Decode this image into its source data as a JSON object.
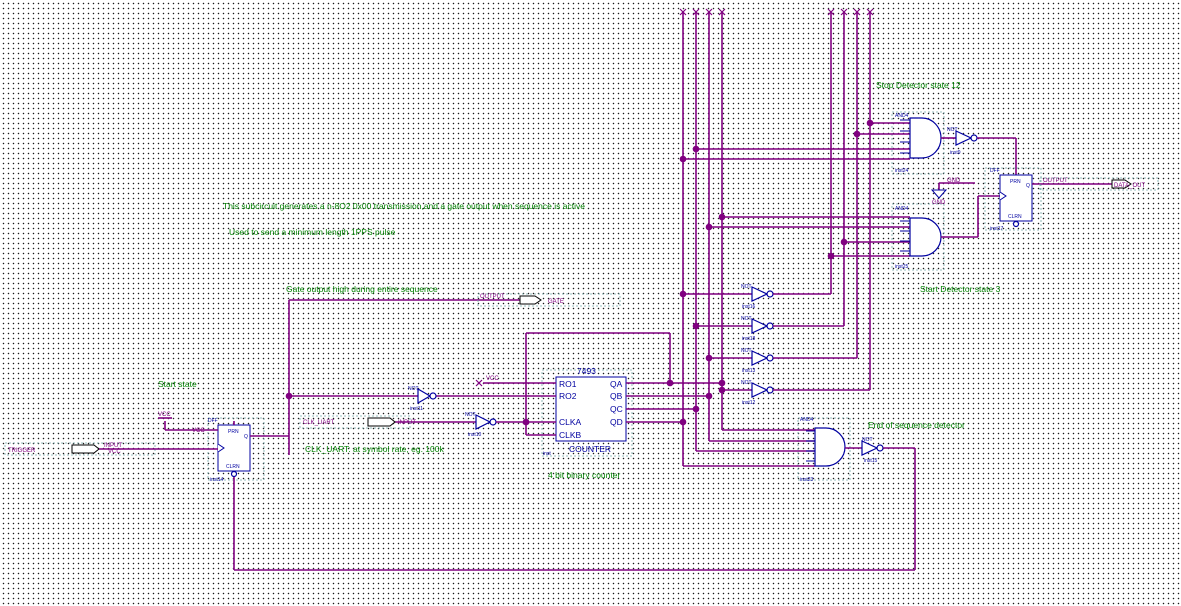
{
  "labels": {
    "stop_detector": "Stop Detector state 12",
    "start_detector": "Start Detector state 3",
    "end_detector": "End of sequence detector",
    "desc1": "This subcircuit generates a n-8O2 0x00 transmission,and a gate output when sequence is active",
    "desc2": "Used to send a minimum length 1PPS pulse",
    "gate_note": "Gate output high during entire sequence",
    "start_state": "Start state",
    "clk_note": "CLK_UART: at symbol rate, eg. 100k",
    "counter_note": "4 bit binary counter"
  },
  "ports": {
    "data_out": "DATA_OUT",
    "gate": "GATE",
    "trigger": "TRIGGER",
    "clk_uart": "CLK_UART",
    "vcc_a": "VCC",
    "vcc_b": "VCC",
    "gnd": "GND"
  },
  "counter": {
    "part": "7493",
    "name": "COUNTER",
    "pins_left": [
      "RO1",
      "RO2",
      "CLKA",
      "CLKB"
    ],
    "pins_right": [
      "QA",
      "QB",
      "QC",
      "QD"
    ]
  },
  "flipflops": {
    "prn": "PRN",
    "clrn": "CLRN",
    "q": "Q"
  },
  "instances": {
    "and_stop": "inst24",
    "and_start": "inst25",
    "and_end": "inst23",
    "and_type": "AND4",
    "ff_out": "inst17",
    "ff_start": "inst14",
    "not_stop": "inst9",
    "not_gate": "inst11",
    "not_clk": "inst10",
    "not_a": "inst16",
    "not_b": "inst18",
    "not_c": "inst13",
    "not_d": "inst12",
    "not_end": "inst15",
    "counter": "inst"
  }
}
